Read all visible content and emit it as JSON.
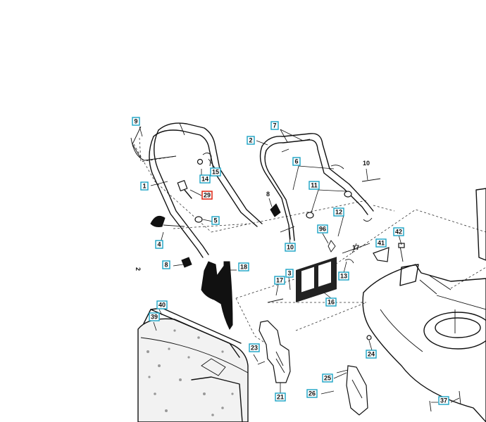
{
  "diagram": {
    "side_mark": "2",
    "plain_labels": [
      "10",
      "17",
      "8"
    ],
    "part_labels": [
      "9",
      "2",
      "7",
      "1",
      "14",
      "15",
      "6",
      "29",
      "5",
      "11",
      "4",
      "12",
      "96",
      "10",
      "8",
      "3",
      "17",
      "18",
      "13",
      "42",
      "41",
      "16",
      "40",
      "39",
      "23",
      "24",
      "21",
      "25",
      "26",
      "37"
    ],
    "highlight_color": "#e0301e",
    "label_border_color": "#1aa3c4"
  }
}
